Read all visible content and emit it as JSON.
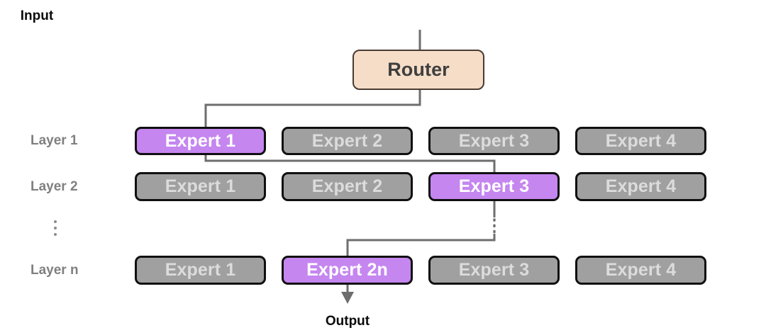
{
  "diagram": {
    "title_input": "Input",
    "title_output": "Output",
    "router": {
      "label": "Router",
      "fill": "#f5ddc8",
      "border": "#4a3c32",
      "text_color": "#3f3f3f"
    },
    "ellipsis_symbol": "vertical-ellipsis",
    "colors": {
      "active_fill": "#c586f0",
      "active_text": "#ffffff",
      "inactive_fill": "#a0a0a0",
      "inactive_text": "#dcdcdc",
      "box_border": "#101010",
      "wire": "#6e6e6e",
      "layer_label": "#808080",
      "io_label": "#0b0b0b",
      "background": "#ffffff"
    },
    "layers": [
      {
        "label": "Layer 1",
        "experts": [
          {
            "label": "Expert 1",
            "active": true
          },
          {
            "label": "Expert 2",
            "active": false
          },
          {
            "label": "Expert 3",
            "active": false
          },
          {
            "label": "Expert 4",
            "active": false
          }
        ]
      },
      {
        "label": "Layer 2",
        "experts": [
          {
            "label": "Expert 1",
            "active": false
          },
          {
            "label": "Expert 2",
            "active": false
          },
          {
            "label": "Expert 3",
            "active": true
          },
          {
            "label": "Expert 4",
            "active": false
          }
        ]
      },
      {
        "label": "Layer n",
        "experts": [
          {
            "label": "Expert 1",
            "active": false
          },
          {
            "label": "Expert 2n",
            "active": true
          },
          {
            "label": "Expert 3",
            "active": false
          },
          {
            "label": "Expert 4",
            "active": false
          }
        ]
      }
    ]
  }
}
